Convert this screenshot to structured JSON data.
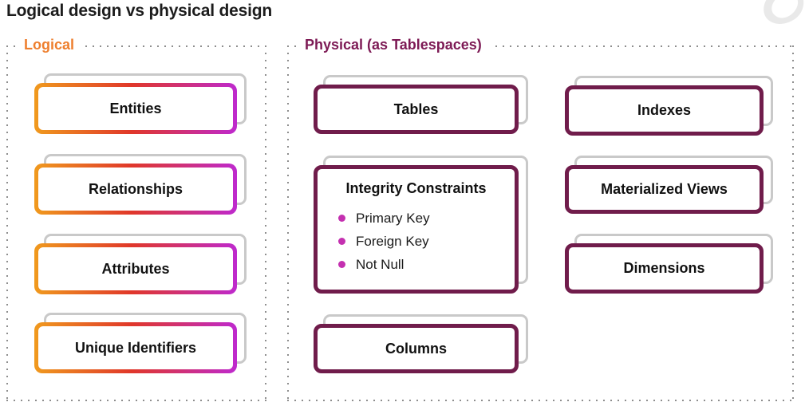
{
  "title": "Logical design vs physical design",
  "brand_icon": "leaf-icon",
  "colors": {
    "grad_start": "#F09A1E",
    "grad_mid": "#E0372A",
    "grad_end": "#BE29CE",
    "physical_border": "#701C4B",
    "physical_label": "#7D1A55",
    "logical_label": "#EE7F2E",
    "bullet": "#C430B0",
    "shadow": "#C9C9C9",
    "dots": "#8E8E8E",
    "title": "#1C1C1C"
  },
  "logical": {
    "label": "Logical",
    "items": [
      {
        "label": "Entities"
      },
      {
        "label": "Relationships"
      },
      {
        "label": "Attributes"
      },
      {
        "label": "Unique Identifiers"
      }
    ]
  },
  "physical": {
    "label": "Physical (as Tablespaces)",
    "col1": [
      {
        "label": "Tables"
      },
      {
        "label": "Integrity Constraints",
        "bullets": [
          "Primary Key",
          "Foreign Key",
          "Not Null"
        ]
      },
      {
        "label": "Columns"
      }
    ],
    "col2": [
      {
        "label": "Indexes"
      },
      {
        "label": "Materialized Views"
      },
      {
        "label": "Dimensions"
      }
    ]
  }
}
